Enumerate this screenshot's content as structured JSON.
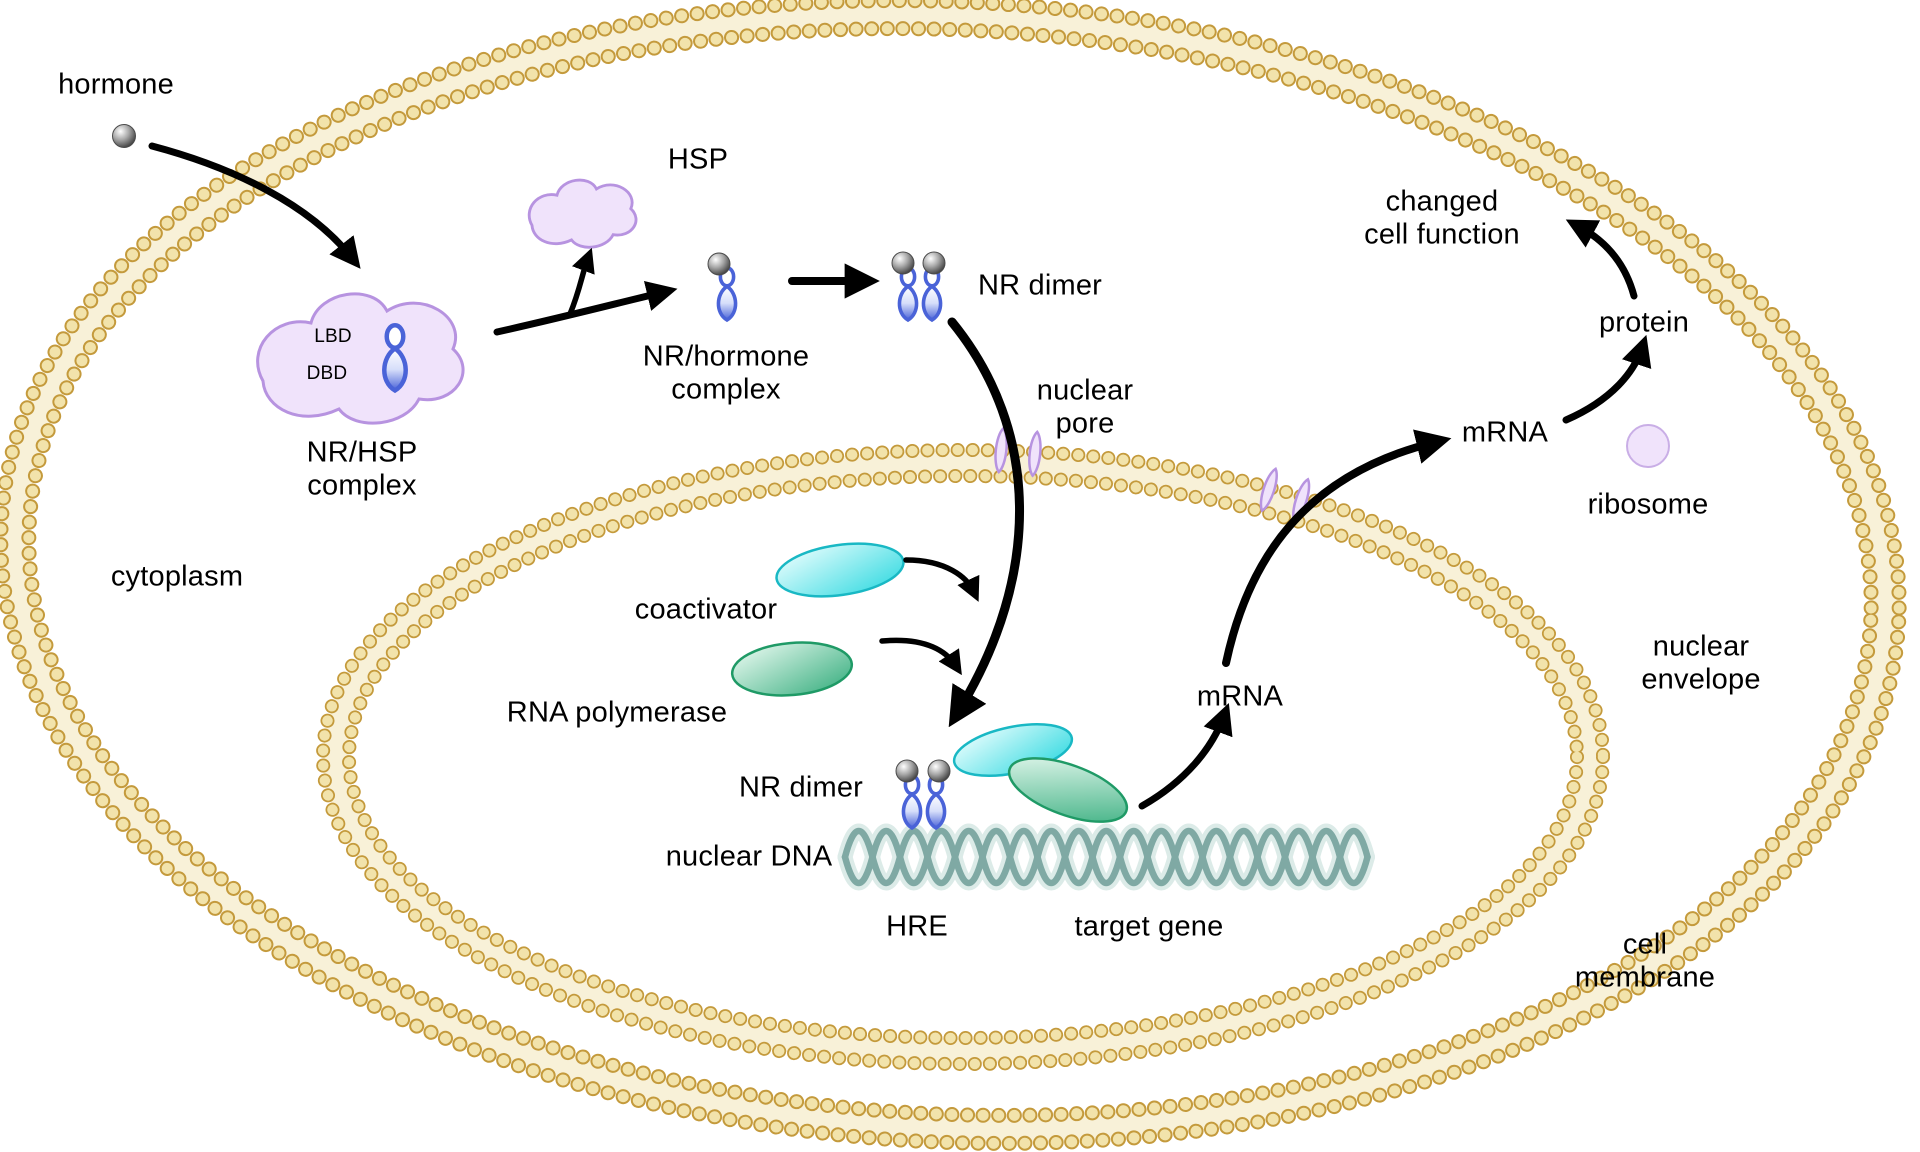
{
  "labels": {
    "hormone": "hormone",
    "hsp": "HSP",
    "nr_dimer_top": "NR dimer",
    "nr_hormone_complex": "NR/hormone\ncomplex",
    "lbd": "LBD",
    "dbd": "DBD",
    "nr_hsp_complex": "NR/HSP\ncomplex",
    "cytoplasm": "cytoplasm",
    "nuclear_pore": "nuclear\npore",
    "coactivator": "coactivator",
    "rna_polymerase": "RNA polymerase",
    "nr_dimer_nucleus": "NR dimer",
    "nuclear_dna": "nuclear DNA",
    "hre": "HRE",
    "target_gene": "target gene",
    "mrna_nucleus": "mRNA",
    "mrna_cytoplasm": "mRNA",
    "ribosome": "ribosome",
    "protein": "protein",
    "changed_cell_function": "changed\ncell function",
    "nuclear_envelope": "nuclear\nenvelope",
    "cell_membrane": "cell\nmembrane"
  },
  "colors": {
    "membrane_bead_fill": "#f2e3ab",
    "membrane_bead_outline": "#c49a3c",
    "membrane_band": "#f8f1d8",
    "lavender_fill": "#f0e3fb",
    "lavender_outline": "#b793e0",
    "receptor_blue": "#4a63d8",
    "hormone_grey": "#9a9a9a",
    "coactivator_cyan": "#2fd9e0",
    "polymerase_green": "#35ad7d",
    "dna_teal": "#7fa9a4",
    "arrow_black": "#000000",
    "text": "#000000"
  }
}
